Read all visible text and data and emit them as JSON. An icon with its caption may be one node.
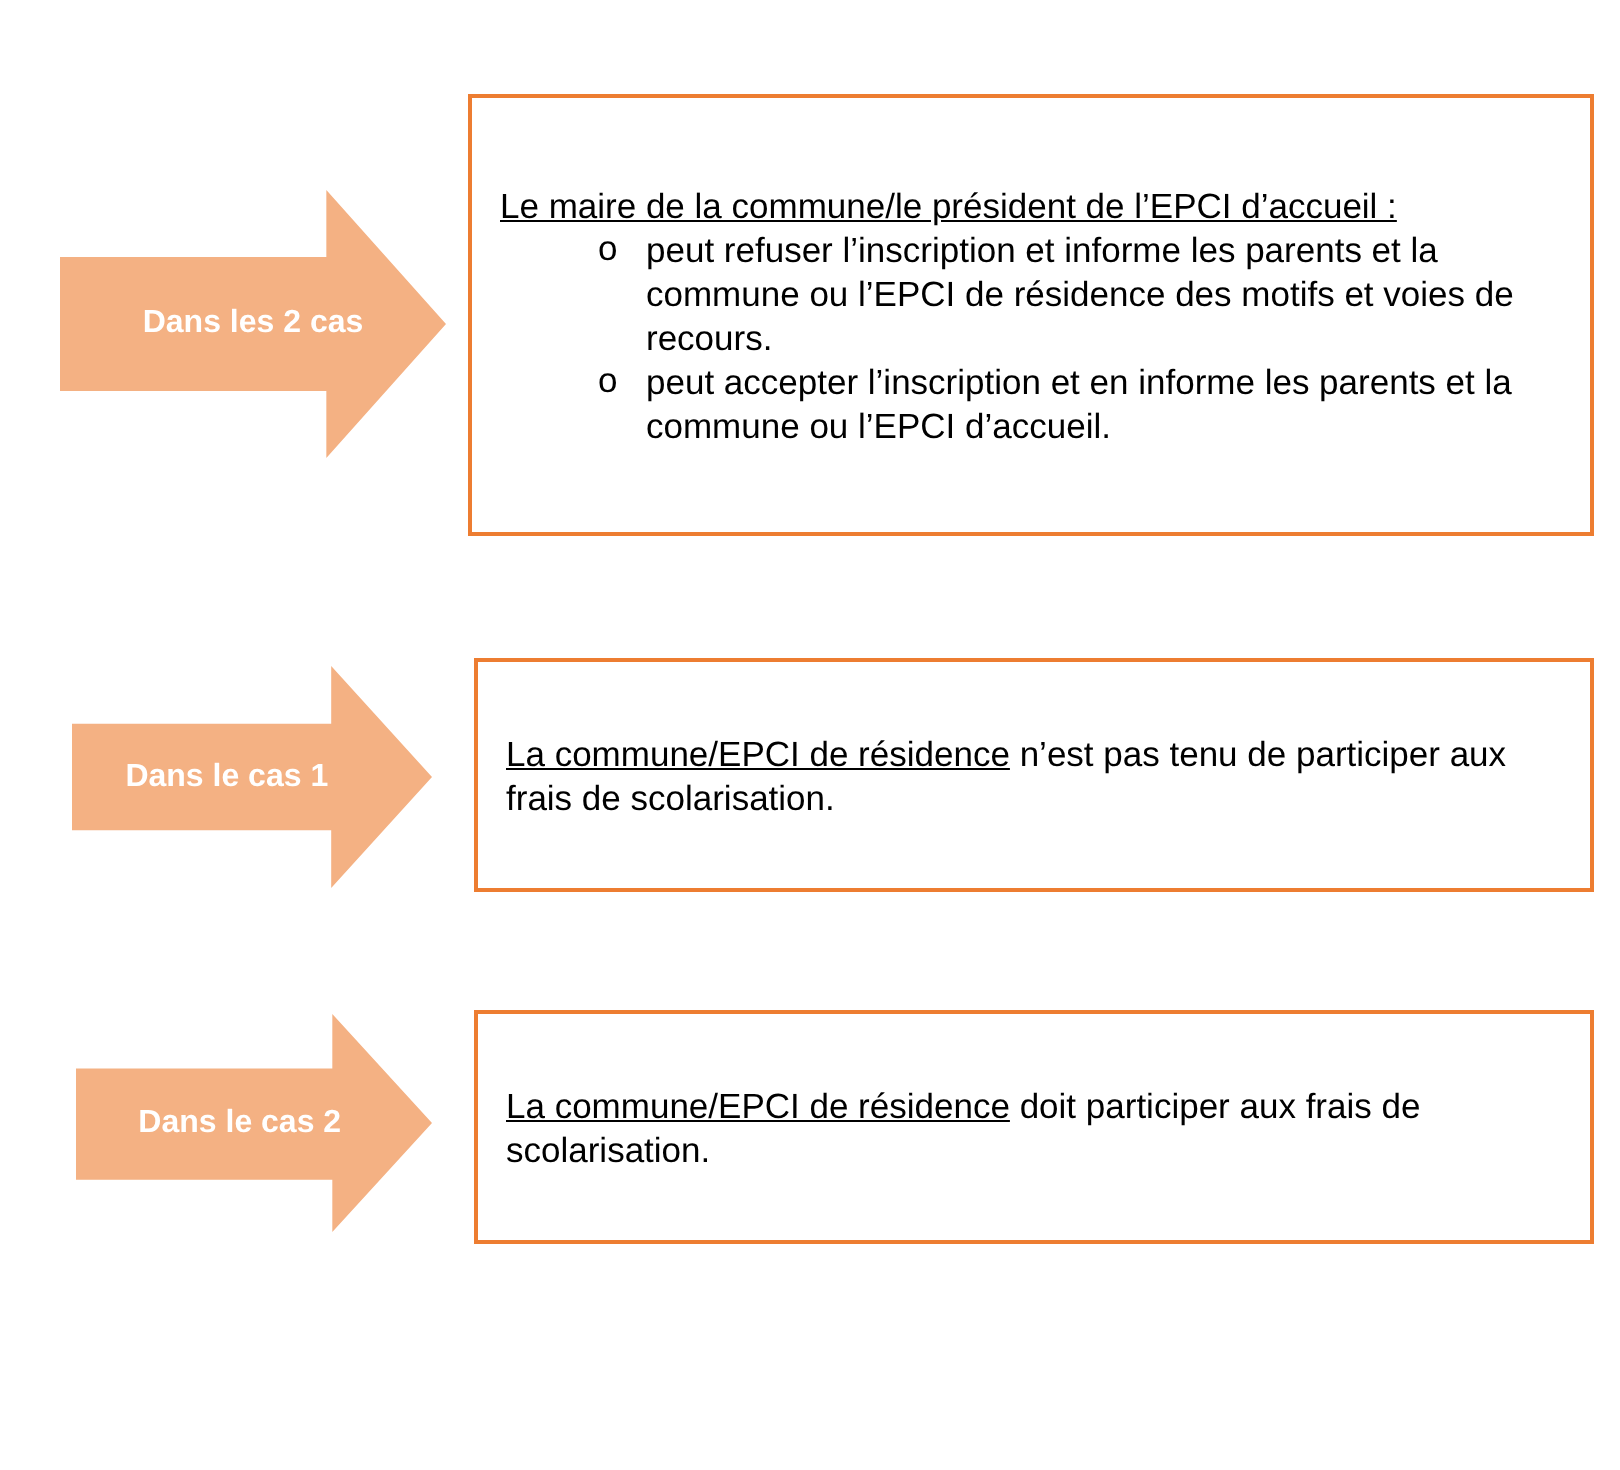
{
  "diagram": {
    "nodes": [
      {
        "text": [
          "Dans les 2 cas"
        ]
      },
      {
        "text": [
          "Le maire de la commune/le président de l’EPCI d’accueil :",
          "peut refuser l’inscription et informe les parents et la commune ou l’EPCI de résidence des motifs et voies de recours.",
          "peut accepter l’inscription et en informe les parents et la commune ou l’EPCI d’accueil."
        ]
      },
      {
        "text": [
          "Dans le cas 1"
        ]
      },
      {
        "text": [
          "La commune/EPCI de résidence",
          "n’est pas tenu de participer aux frais de scolarisation."
        ]
      },
      {
        "text": [
          "Dans le cas 2"
        ]
      },
      {
        "text": [
          "La commune/EPCI de résidence",
          "doit participer aux frais de scolarisation."
        ]
      }
    ],
    "labels": [
      "o",
      "o"
    ]
  }
}
